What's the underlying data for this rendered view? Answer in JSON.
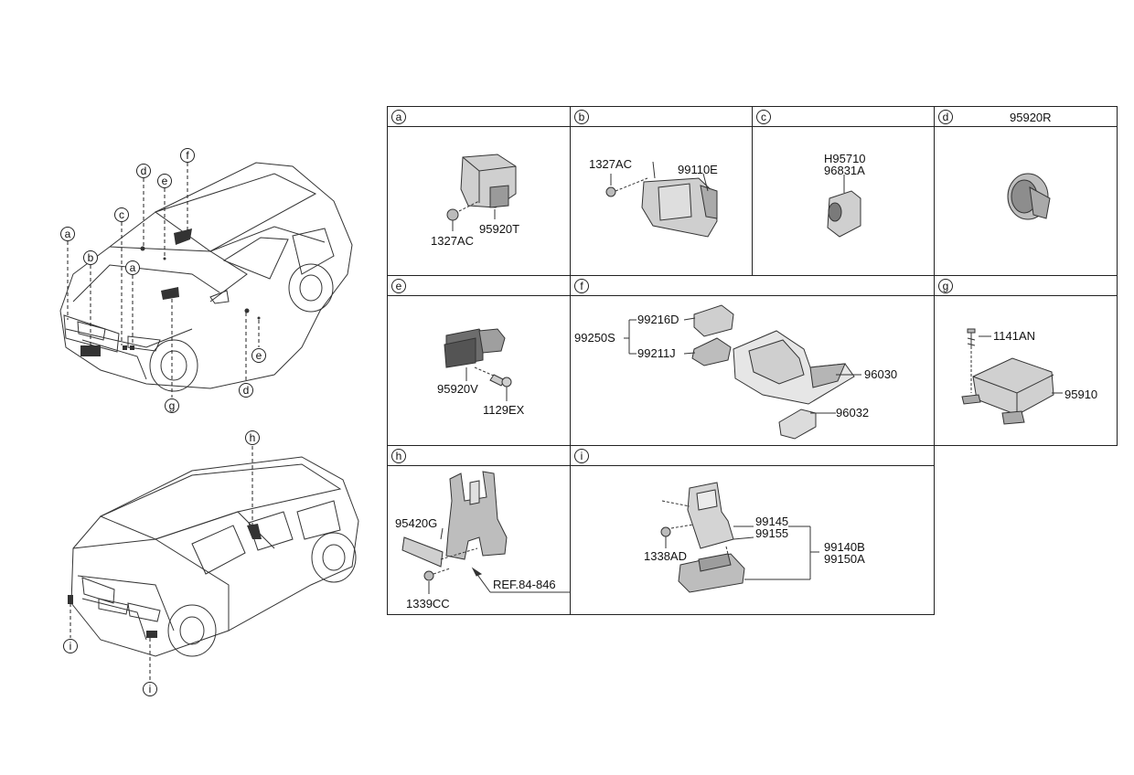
{
  "callouts_front": {
    "a1": "a",
    "b": "b",
    "c": "c",
    "d1": "d",
    "e1": "e",
    "f": "f",
    "a2": "a",
    "g": "g",
    "e2": "e",
    "d2": "d"
  },
  "callouts_rear": {
    "h": "h",
    "i1": "i",
    "i2": "i"
  },
  "cells": {
    "a": {
      "letter": "a",
      "title": "",
      "parts": [
        "95920T",
        "1327AC"
      ]
    },
    "b": {
      "letter": "b",
      "title": "",
      "parts": [
        "1327AC",
        "99110E"
      ]
    },
    "c": {
      "letter": "c",
      "title": "",
      "parts": [
        "H95710",
        "96831A"
      ]
    },
    "d": {
      "letter": "d",
      "title": "95920R",
      "parts": []
    },
    "e": {
      "letter": "e",
      "title": "",
      "parts": [
        "95920V",
        "1129EX"
      ]
    },
    "f": {
      "letter": "f",
      "title": "",
      "parts": [
        "99250S",
        "99216D",
        "99211J",
        "96030",
        "96032"
      ]
    },
    "g": {
      "letter": "g",
      "title": "",
      "parts": [
        "1141AN",
        "95910"
      ]
    },
    "h": {
      "letter": "h",
      "title": "",
      "parts": [
        "95420G",
        "1339CC",
        "REF.84-846"
      ]
    },
    "i": {
      "letter": "i",
      "title": "",
      "parts": [
        "99145",
        "99155",
        "99140B",
        "99150A",
        "1338AD"
      ]
    }
  },
  "colors": {
    "line": "#222222",
    "part_fill": "#cfcfcf",
    "part_dark": "#8a8a8a",
    "background": "#ffffff"
  },
  "icons": [
    "front-suv-illustration",
    "rear-suv-illustration",
    "sensor-part-icons"
  ]
}
